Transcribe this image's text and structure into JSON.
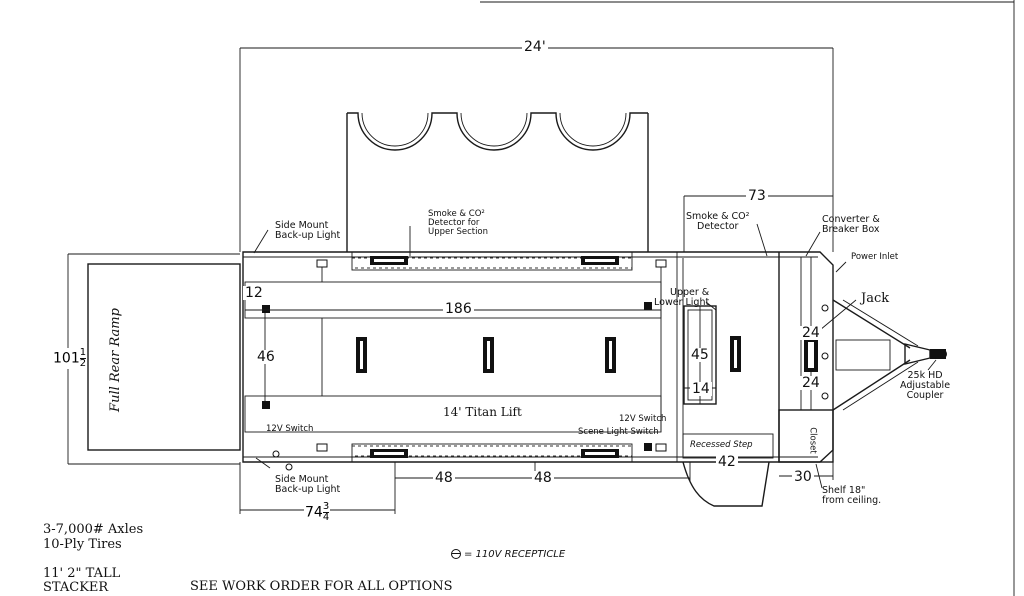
{
  "dimensions": {
    "overall_length": "24'",
    "front_section": "73",
    "deck_length": "186",
    "ramp_width_whole": "101",
    "ramp_width_num": "1",
    "ramp_width_den": "2",
    "offset_12": "12",
    "spacing_46": "46",
    "box_45": "45",
    "box_14": "14",
    "jack_24_top": "24",
    "jack_24_bottom": "24",
    "width_42": "42",
    "closet_30": "30",
    "spacing_48_a": "48",
    "spacing_48_b": "48",
    "rear_whole": "74",
    "rear_num": "3",
    "rear_den": "4"
  },
  "labels": {
    "side_mount_top_1": "Side Mount",
    "side_mount_top_2": "Back-up Light",
    "smoke_upper_1": "Smoke & CO²",
    "smoke_upper_2": "Detector for",
    "smoke_upper_3": "Upper Section",
    "smoke_front_1": "Smoke & CO²",
    "smoke_front_2": "Detector",
    "converter_1": "Converter &",
    "converter_2": "Breaker Box",
    "power_inlet": "Power Inlet",
    "jack": "Jack",
    "upper_lower_1": "Upper &",
    "upper_lower_2": "Lower Light",
    "full_rear_ramp": "Full Rear Ramp",
    "titan_lift": "14' Titan Lift",
    "switch_12v_left": "12V Switch",
    "switch_12v_right": "12V Switch",
    "scene_light_switch": "Scene Light Switch",
    "recessed_step": "Recessed Step",
    "closet": "Closet",
    "coupler_1": "25k HD",
    "coupler_2": "Adjustable",
    "coupler_3": "Coupler",
    "shelf_1": "Shelf 18\"",
    "shelf_2": "from ceiling.",
    "side_mount_bottom_1": "Side Mount",
    "side_mount_bottom_2": "Back-up Light"
  },
  "notes": {
    "axles": "3-7,000# Axles",
    "tires": "10-Ply Tires",
    "receptacle": "= 110V RECEPTICLE",
    "tall": "11' 2\" TALL",
    "stacker": "STACKER",
    "work_order": "SEE WORK ORDER FOR ALL OPTIONS"
  }
}
